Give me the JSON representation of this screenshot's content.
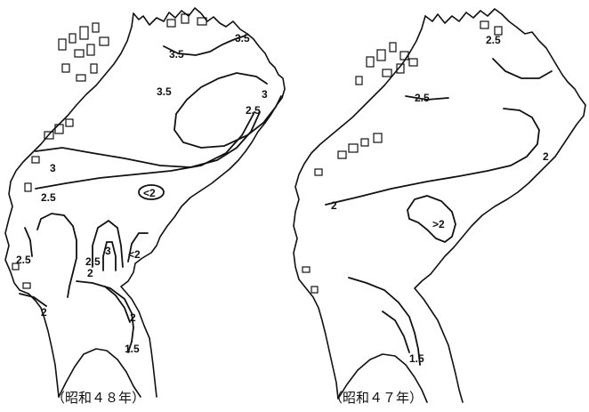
{
  "maps": [
    {
      "caption": "（昭和４８年）",
      "contour_labels": {
        "l1": "3.5",
        "l2": "3.5",
        "l3": "3",
        "l4": "2.5",
        "l5": "3.5",
        "l6": "3",
        "l7": "2.5",
        "l8": "<2",
        "l9": "2.5",
        "l10": "2.5",
        "l11": "3",
        "l12": "<2",
        "l13": "2",
        "l14": "2",
        "l15": "2",
        "l16": "1.5"
      }
    },
    {
      "caption": "（昭和４７年）",
      "contour_labels": {
        "l1": "2.5",
        "l2": "2.5",
        "l3": "2",
        "l4": "2",
        "l5": ">2",
        "l6": "1.5"
      }
    }
  ]
}
